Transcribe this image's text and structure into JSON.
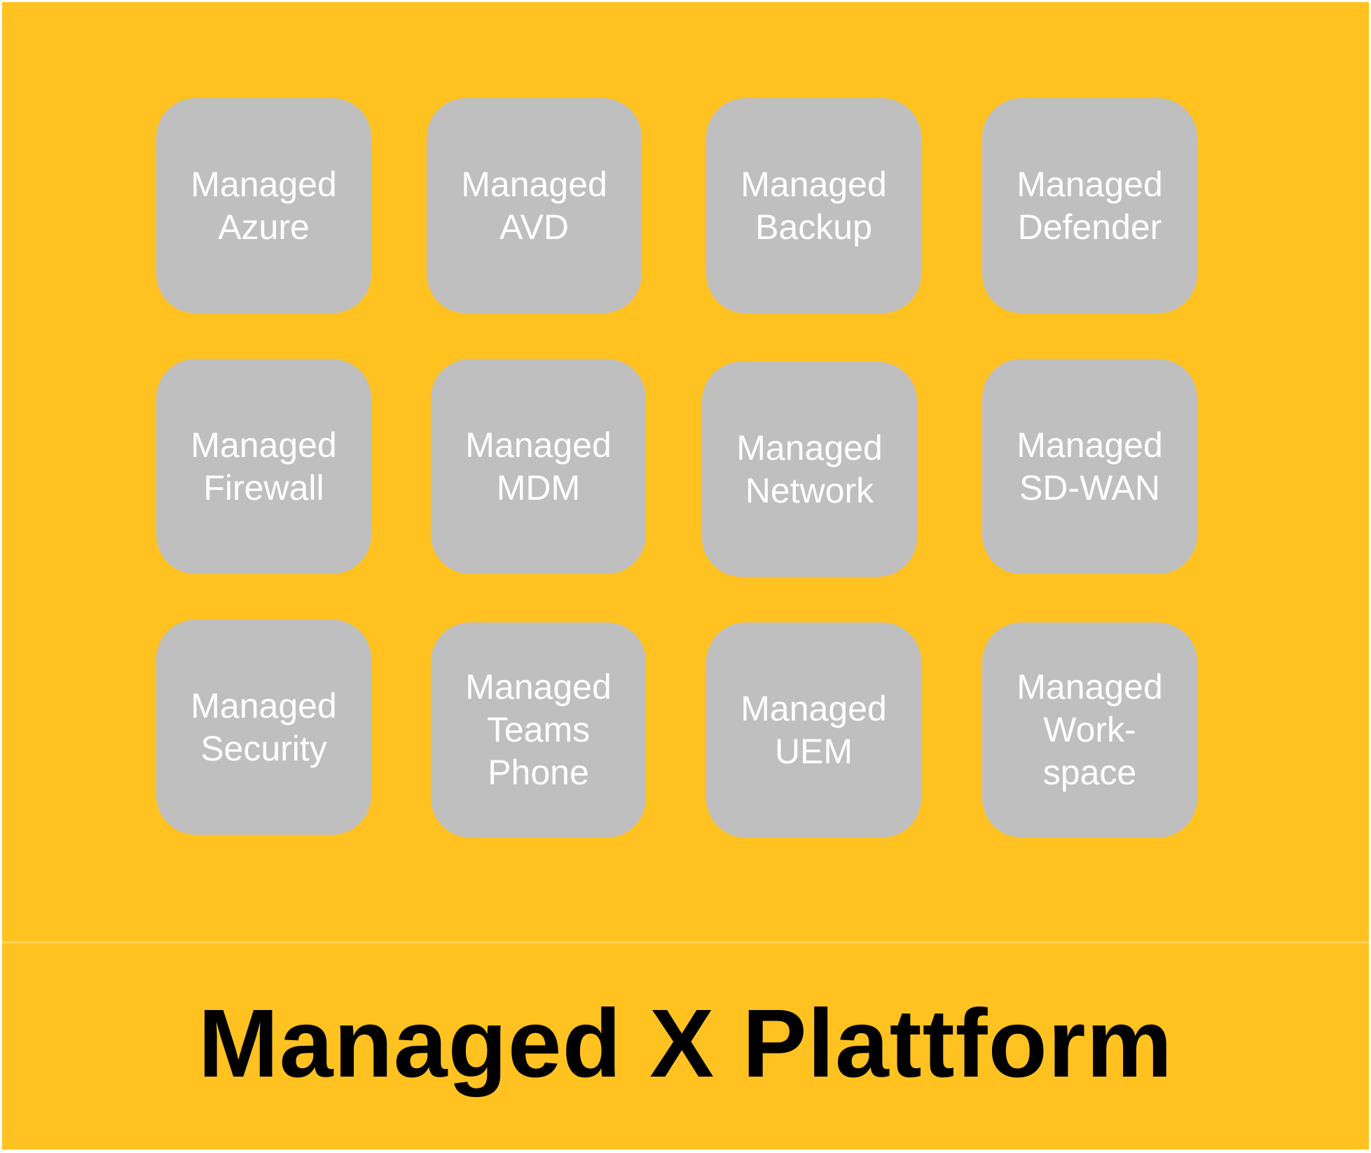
{
  "colors": {
    "platform_background": "#FFC220",
    "tile_background": "#BFBFBF",
    "tile_text": "#FFFFFF",
    "title_text": "#000000"
  },
  "tiles": [
    {
      "label": "Managed\nAzure"
    },
    {
      "label": "Managed\nAVD"
    },
    {
      "label": "Managed\nBackup"
    },
    {
      "label": "Managed\nDefender"
    },
    {
      "label": "Managed\nFirewall"
    },
    {
      "label": "Managed\nMDM"
    },
    {
      "label": "Managed\nNetwork"
    },
    {
      "label": "Managed\nSD-WAN"
    },
    {
      "label": "Managed\nSecurity"
    },
    {
      "label": "Managed\nTeams\nPhone"
    },
    {
      "label": "Managed\nUEM"
    },
    {
      "label": "Managed\nWork-\nspace"
    }
  ],
  "platform": {
    "title": "Managed X Plattform"
  }
}
